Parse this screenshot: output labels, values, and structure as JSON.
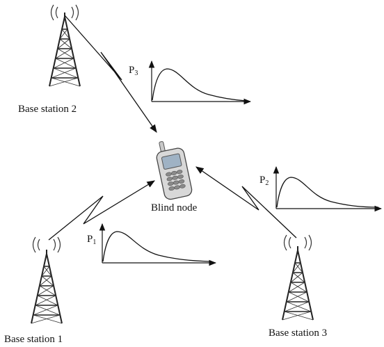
{
  "stations": {
    "bs1": {
      "label": "Base station 1"
    },
    "bs2": {
      "label": "Base station 2"
    },
    "bs3": {
      "label": "Base station 3"
    }
  },
  "blind_node": {
    "label": "Blind node"
  },
  "power_plots": {
    "p1": {
      "symbol": "P",
      "subscript": "1"
    },
    "p2": {
      "symbol": "P",
      "subscript": "2"
    },
    "p3": {
      "symbol": "P",
      "subscript": "3"
    }
  },
  "colors": {
    "line": "#111111",
    "tower": "#222222",
    "phone_body": "#d8d8d8",
    "phone_screen": "#9fb2c4"
  },
  "icons": [
    "radio-tower-icon",
    "signal-waves-icon",
    "mobile-phone-icon"
  ]
}
